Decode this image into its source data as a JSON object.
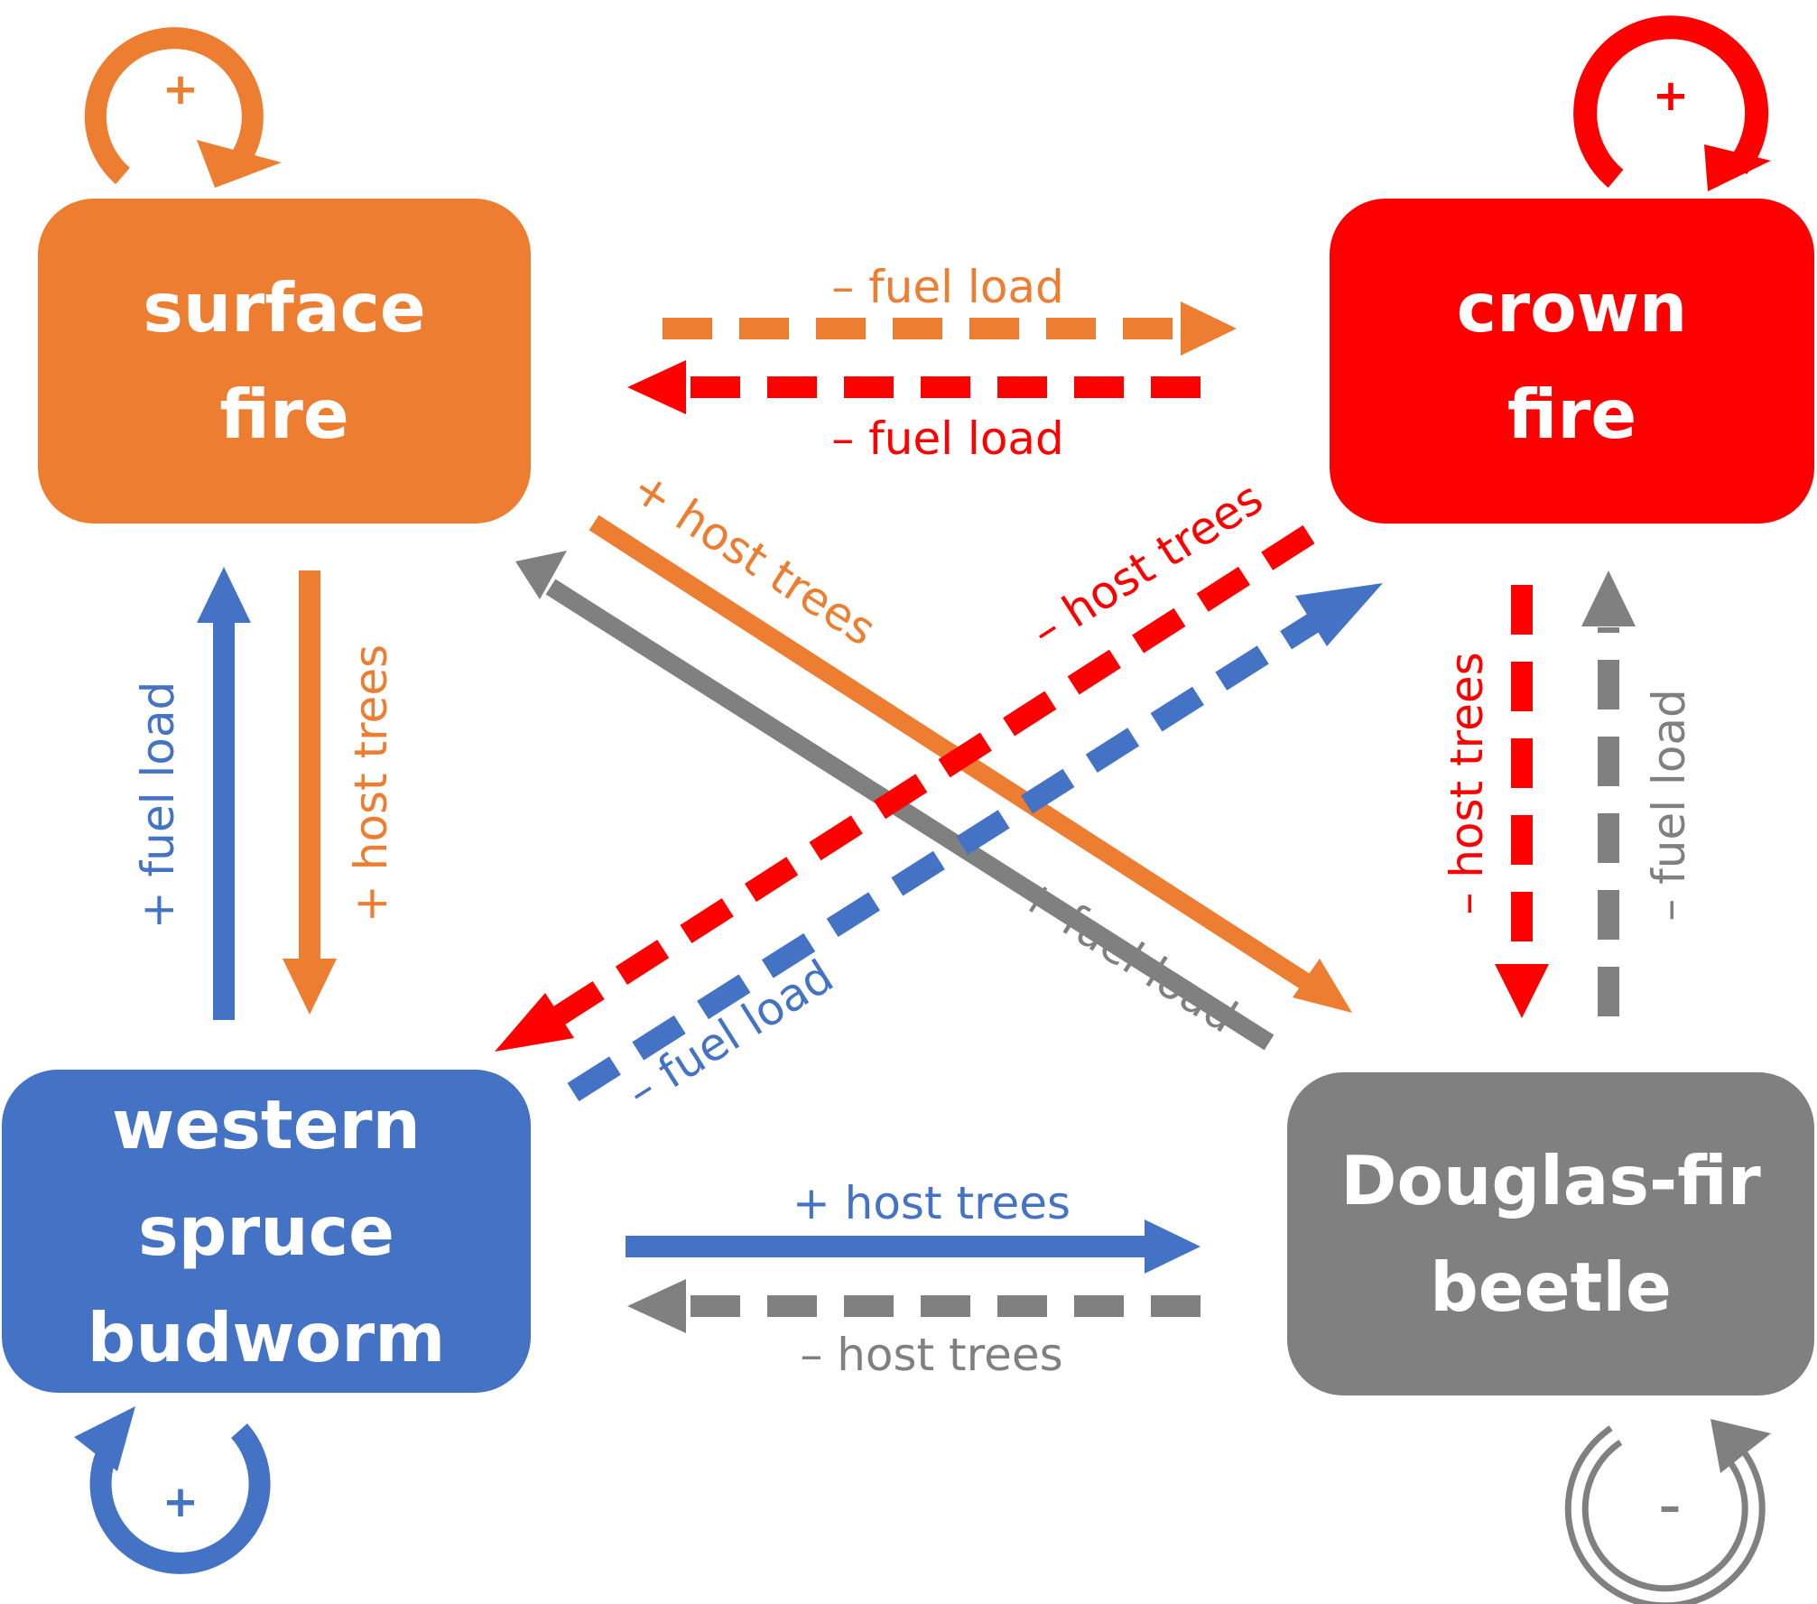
{
  "colors": {
    "surface": "#ED7D31",
    "crown": "#FF0000",
    "budworm": "#4472C4",
    "beetle": "#808080"
  },
  "nodes": {
    "surface": [
      "surface",
      "fire"
    ],
    "crown": [
      "crown",
      "fire"
    ],
    "budworm": [
      "western",
      "spruce",
      "budworm"
    ],
    "beetle": [
      "Douglas-fir",
      "beetle"
    ]
  },
  "loops": {
    "surface": "+",
    "crown": "+",
    "budworm": "+",
    "beetle": "–"
  },
  "edges": {
    "surface_to_crown": "– fuel load",
    "crown_to_surface": "– fuel load",
    "budworm_to_surface": "+ fuel load",
    "surface_to_budworm": "+ host trees",
    "crown_to_beetle": "– host trees",
    "beetle_to_crown": "– fuel load",
    "budworm_to_beetle": "+ host trees",
    "beetle_to_budworm": "– host trees",
    "surface_to_beetle": "+ host trees",
    "beetle_to_surface": "+ fuel load",
    "crown_to_budworm": "– host trees",
    "budworm_to_crown": "– fuel load"
  }
}
